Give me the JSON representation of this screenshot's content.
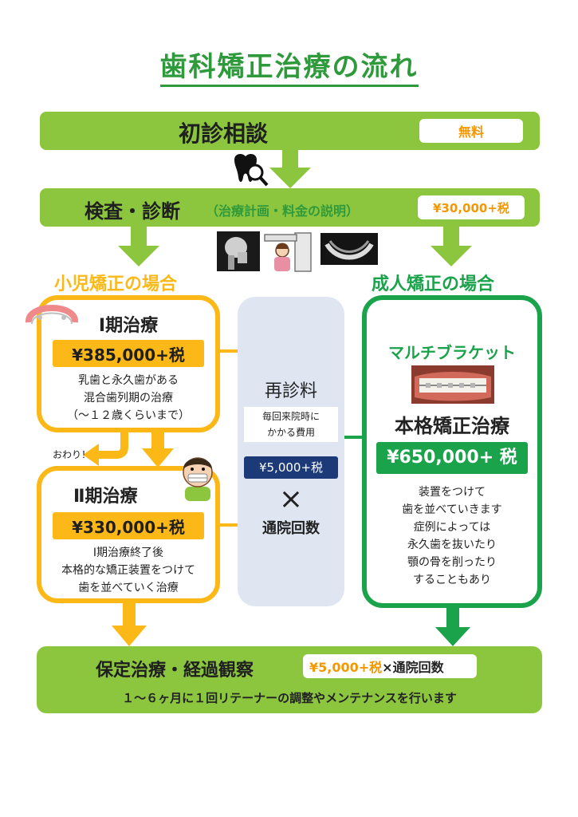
{
  "title": "歯科矯正治療の流れ",
  "consultation": {
    "label": "初診相談",
    "price": "無料"
  },
  "exam": {
    "label": "検査・診断",
    "note": "（治療計画・料金の説明）",
    "price": "¥30,000+税"
  },
  "child": {
    "heading": "小児矯正の場合",
    "phase1": {
      "title": "Ⅰ期治療",
      "price": "¥385,000+税",
      "lines": [
        "乳歯と永久歯がある",
        "混合歯列期の治療",
        "（～１２歳くらいまで）"
      ]
    },
    "end_label": "おわり！",
    "phase2": {
      "title": "Ⅱ期治療",
      "price": "¥330,000+税",
      "lines": [
        "Ⅰ期治療終了後",
        "本格的な矯正装置をつけて",
        "歯を並べていく治療"
      ]
    }
  },
  "revisit": {
    "label": "再診料",
    "note_lines": [
      "毎回来院時に",
      "かかる費用"
    ],
    "price": "¥5,000+税",
    "times": "×",
    "count_label": "通院回数"
  },
  "adult": {
    "heading": "成人矯正の場合",
    "type_label": "マルチブラケット",
    "title": "本格矯正治療",
    "price": "¥650,000+ 税",
    "lines": [
      "装置をつけて",
      "歯を並べていきます",
      "症例によっては",
      "永久歯を抜いたり",
      "顎の骨を削ったり",
      "することもあり"
    ]
  },
  "retention": {
    "label": "保定治療・経過観察",
    "price": "¥5,000+税",
    "price_suffix": "×通院回数",
    "note": "１～６ヶ月に１回リテーナーの調整やメンテナンスを行います"
  },
  "colors": {
    "bar_green": "#8cc63f",
    "title_green": "#2f9a3b",
    "adult_green": "#1aa34a",
    "child_yellow": "#fbb817",
    "price_orange": "#f39800",
    "revisit_bg": "#dfe6f2",
    "revisit_price_bg": "#1c3a78"
  },
  "icons": [
    "tooth-magnifier-icon",
    "xray-skull-icon",
    "panoramic-xray-patient-icon",
    "panoramic-xray-icon",
    "retainer-icon",
    "child-braces-icon",
    "multi-bracket-photo-icon"
  ]
}
